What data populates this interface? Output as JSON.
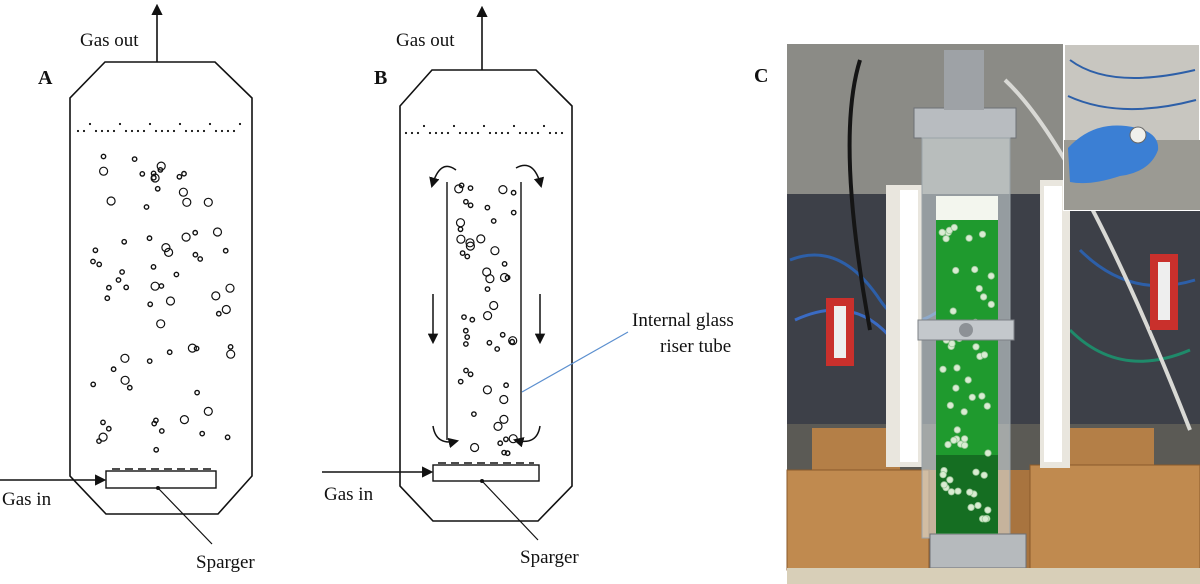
{
  "panel_a": {
    "letter": "A",
    "gas_out": "Gas out",
    "gas_in": "Gas in",
    "sparger": "Sparger"
  },
  "panel_b": {
    "letter": "B",
    "gas_out": "Gas out",
    "gas_in": "Gas in",
    "sparger": "Sparger",
    "riser_label_line1": "Internal glass",
    "riser_label_line2": "riser tube"
  },
  "panel_c": {
    "letter": "C"
  },
  "colors": {
    "ink": "#111111",
    "leader": "#5b8fcf",
    "culture": "#1f9a2e",
    "wood": "#a8743f"
  }
}
